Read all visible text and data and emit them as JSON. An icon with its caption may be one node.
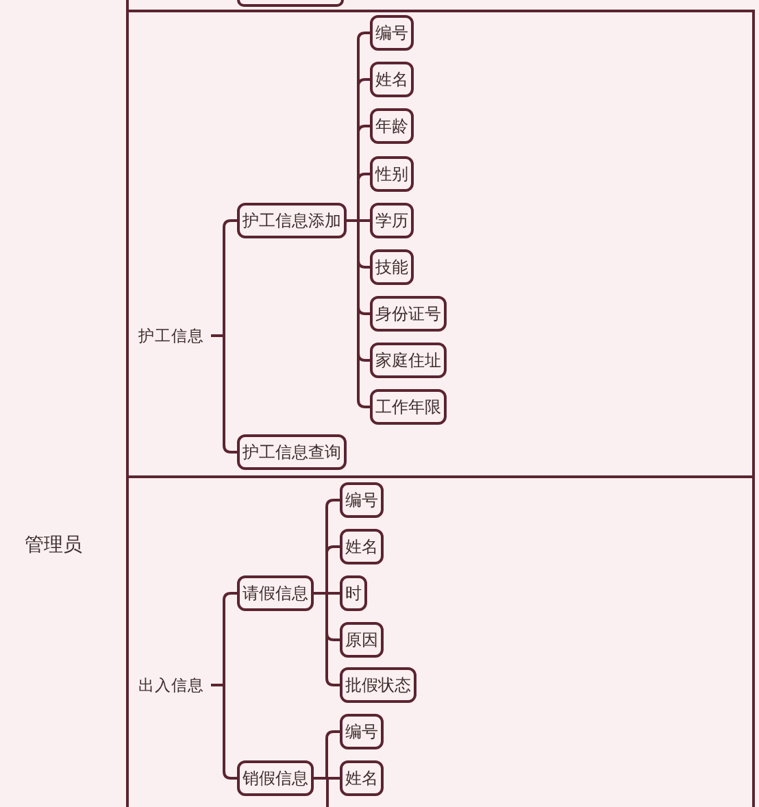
{
  "diagram": {
    "nodes": [
      {
        "text": [
          "管理员"
        ]
      },
      {
        "text": [],
        "shape": "box"
      },
      {
        "text": [],
        "shape": "box"
      },
      {
        "text": [
          "护工信息"
        ],
        "in": 2
      },
      {
        "text": [
          "护工信息添加"
        ],
        "in": 2
      },
      {
        "text": [
          "编号"
        ],
        "in": 2
      },
      {
        "text": [
          "姓名"
        ],
        "in": 2
      },
      {
        "text": [
          "年龄"
        ],
        "in": 2
      },
      {
        "text": [
          "性别"
        ],
        "in": 2
      },
      {
        "text": [
          "学历"
        ],
        "in": 2
      },
      {
        "text": [
          "技能"
        ],
        "in": 2
      },
      {
        "text": [
          "身份证号"
        ],
        "in": 2
      },
      {
        "text": [
          "家庭住址"
        ],
        "in": 2
      },
      {
        "text": [
          "工作年限"
        ],
        "in": 2
      },
      {
        "text": [
          "护工信息查询"
        ],
        "in": 2
      },
      {
        "text": [],
        "shape": "box"
      },
      {
        "text": [
          "出入信息"
        ],
        "in": 15
      },
      {
        "text": [
          "请假信息"
        ],
        "in": 15
      },
      {
        "text": [
          "编号"
        ],
        "in": 15
      },
      {
        "text": [
          "姓名"
        ],
        "in": 15
      },
      {
        "text": [
          "时"
        ],
        "in": 15
      },
      {
        "text": [
          "原因"
        ],
        "in": 15
      },
      {
        "text": [
          "批假状态"
        ],
        "in": 15
      },
      {
        "text": [
          "销假信息"
        ],
        "in": 15
      },
      {
        "text": [
          "编号"
        ],
        "in": 15
      },
      {
        "text": [
          "姓名"
        ],
        "in": 15
      }
    ],
    "edges": [
      {
        "from": 3,
        "to": 4,
        "arrow": "none"
      },
      {
        "from": 3,
        "to": 14,
        "arrow": "none"
      },
      {
        "from": 4,
        "to": 5,
        "arrow": "none"
      },
      {
        "from": 4,
        "to": 6,
        "arrow": "none"
      },
      {
        "from": 4,
        "to": 7,
        "arrow": "none"
      },
      {
        "from": 4,
        "to": 8,
        "arrow": "none"
      },
      {
        "from": 4,
        "to": 9,
        "arrow": "none"
      },
      {
        "from": 4,
        "to": 10,
        "arrow": "none"
      },
      {
        "from": 4,
        "to": 11,
        "arrow": "none"
      },
      {
        "from": 4,
        "to": 12,
        "arrow": "none"
      },
      {
        "from": 4,
        "to": 13,
        "arrow": "none"
      },
      {
        "from": 16,
        "to": 17,
        "arrow": "none"
      },
      {
        "from": 16,
        "to": 23,
        "arrow": "none"
      },
      {
        "from": 17,
        "to": 18,
        "arrow": "none"
      },
      {
        "from": 17,
        "to": 19,
        "arrow": "none"
      },
      {
        "from": 17,
        "to": 20,
        "arrow": "none"
      },
      {
        "from": 17,
        "to": 21,
        "arrow": "none"
      },
      {
        "from": 17,
        "to": 22,
        "arrow": "none"
      },
      {
        "from": 23,
        "to": 24,
        "arrow": "none"
      },
      {
        "from": 23,
        "to": 25,
        "arrow": "none"
      },
      {
        "from": 23,
        "to": null,
        "arrow": "none"
      }
    ]
  }
}
